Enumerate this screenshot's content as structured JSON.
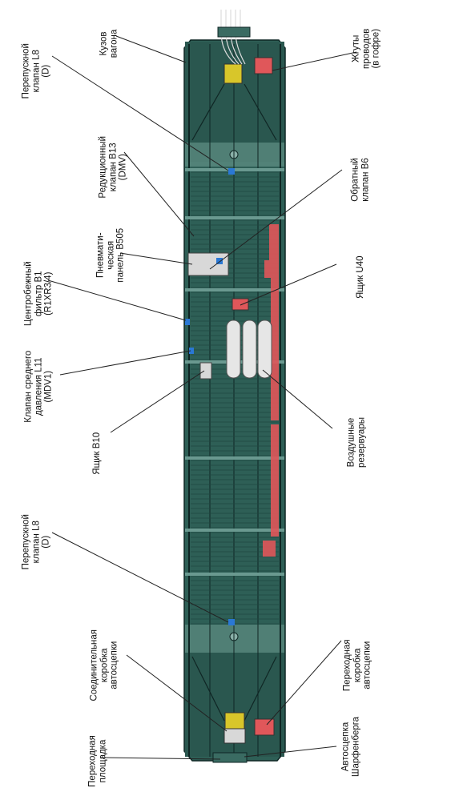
{
  "labels": {
    "car_body": "Кузов\nвагона",
    "wire_harness": "Жгуты\nпроводов\n(в гофре)",
    "bypass_valve_top": "Перепускной\nклапан L8\n(D)",
    "reducing_valve": "Редукционный\nклапан B13\n(DMV)",
    "check_valve": "Обратный\nклапан B6",
    "pneumatic_panel": "Пневмати-\nческая\nпанель B505",
    "centrifugal_filter": "Центробежный\nфильтр B1\n(R1XR3/4)",
    "box_u40": "Ящик U40",
    "medium_pressure_valve": "Клапан среднего\nдавления L11\n(MDV1)",
    "box_b10": "Ящик B10",
    "air_reservoirs": "Воздушные\nрезервуары",
    "bypass_valve_bottom": "Перепускной\nклапан L8\n(D)",
    "junction_box": "Соединительная\nкоробка\nавтосцепки",
    "transition_box": "Переходная\nкоробка\nавтосцепки",
    "transition_platform": "Переходная\nплощадка",
    "scharfenberg_coupler": "Автосцепка\nШарфенберга"
  },
  "colors": {
    "body": "#2e5f56",
    "body_dark": "#1f4640",
    "rail": "#0f2624",
    "frame": "#6a9990",
    "red_box": "#e0575a",
    "blue_valve": "#2a78d4",
    "cylinder": "#e6e6e6",
    "coupler": "#d8c62a",
    "leader": "#222222"
  }
}
